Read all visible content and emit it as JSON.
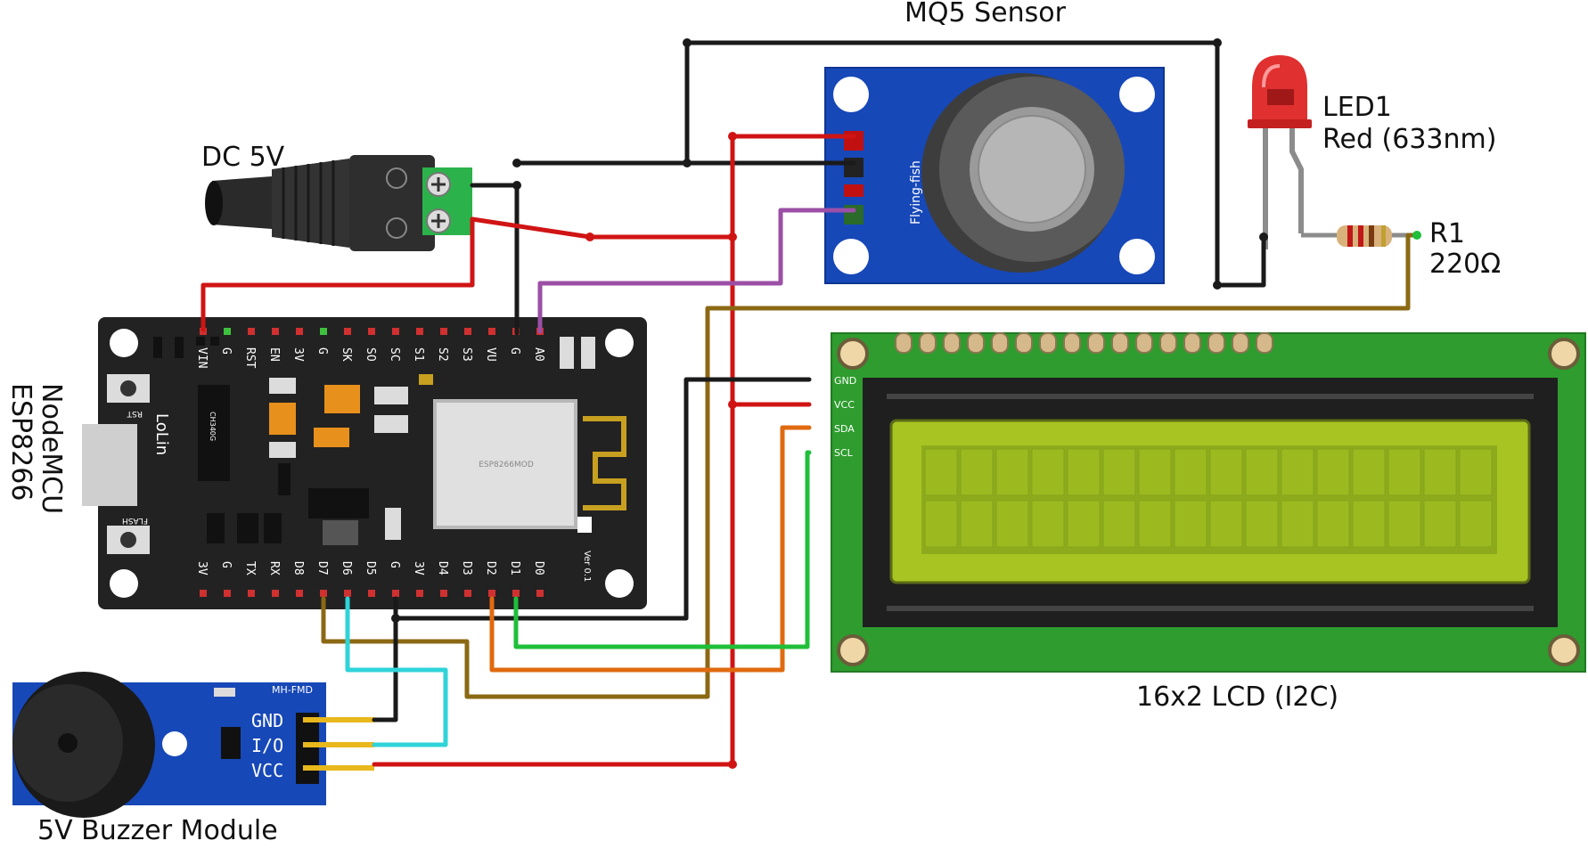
{
  "labels": {
    "sensor": "MQ5 Sensor",
    "dc": "DC 5V",
    "led_name": "LED1",
    "led_desc": "Red (633nm)",
    "resistor_name": "R1",
    "resistor_value": "220Ω",
    "mcu_line1": "NodeMCU",
    "mcu_line2": "ESP8266",
    "lcd": "16x2 LCD (I2C)",
    "buzzer": "5V Buzzer Module"
  },
  "mcu": {
    "top_pins": [
      "VIN",
      "G",
      "RST",
      "EN",
      "3V",
      "G",
      "SK",
      "SO",
      "SC",
      "S1",
      "S2",
      "S3",
      "VU",
      "G",
      "A0"
    ],
    "bottom_pins": [
      "3V",
      "G",
      "TX",
      "RX",
      "D8",
      "D7",
      "D6",
      "D5",
      "G",
      "3V",
      "D4",
      "D3",
      "D2",
      "D1",
      "D0"
    ],
    "board_text": "LoLin",
    "chip_text": "ESP8266MOD",
    "usb_chip": "CH340G",
    "rst_label": "RST",
    "flash_label": "FLASH",
    "version": "Ver 0.1"
  },
  "sensor_board": {
    "brand": "Flying-fish"
  },
  "lcd_pins": [
    "GND",
    "VCC",
    "SDA",
    "SCL"
  ],
  "buzzer_board": {
    "model": "MH-FMD",
    "pins": [
      "GND",
      "I/O",
      "VCC"
    ]
  },
  "wire_colors": {
    "power": "#d01414",
    "ground": "#1a1a1a",
    "analog": "#9b4fa6",
    "led": "#8b6914",
    "sda": "#e06a10",
    "scl": "#1fbf3a",
    "buzzer_signal": "#2fd3d8"
  }
}
